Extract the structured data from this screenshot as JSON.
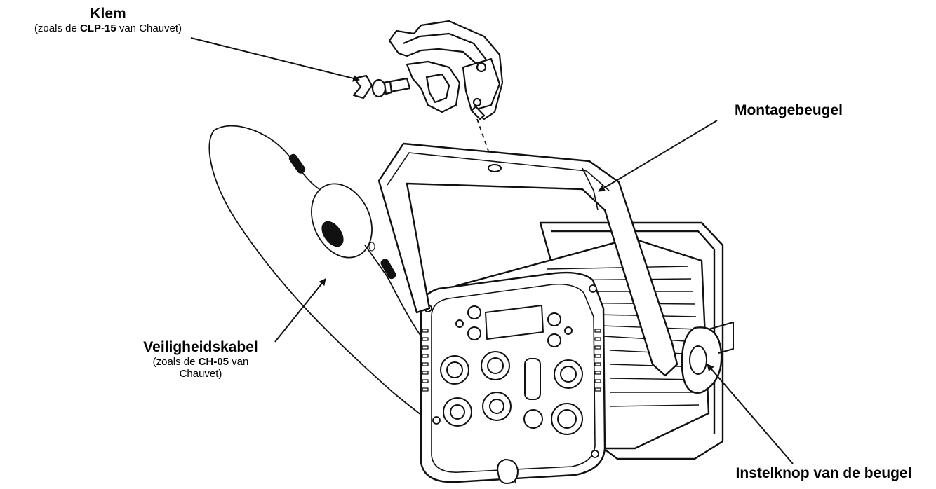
{
  "labels": {
    "clamp": {
      "title": "Klem",
      "sub_pre": "(zoals de ",
      "sub_bold": "CLP-15",
      "sub_post": " van Chauvet)"
    },
    "bracket": {
      "title": "Montagebeugel"
    },
    "safety": {
      "title": "Veiligheidskabel",
      "sub_pre": "(zoals de ",
      "sub_bold": "CH-05",
      "sub_post": " van",
      "sub_line2": "Chauvet)"
    },
    "knob": {
      "title": "Instelknop van de beugel"
    }
  },
  "colors": {
    "ink": "#111111",
    "background": "#ffffff"
  }
}
